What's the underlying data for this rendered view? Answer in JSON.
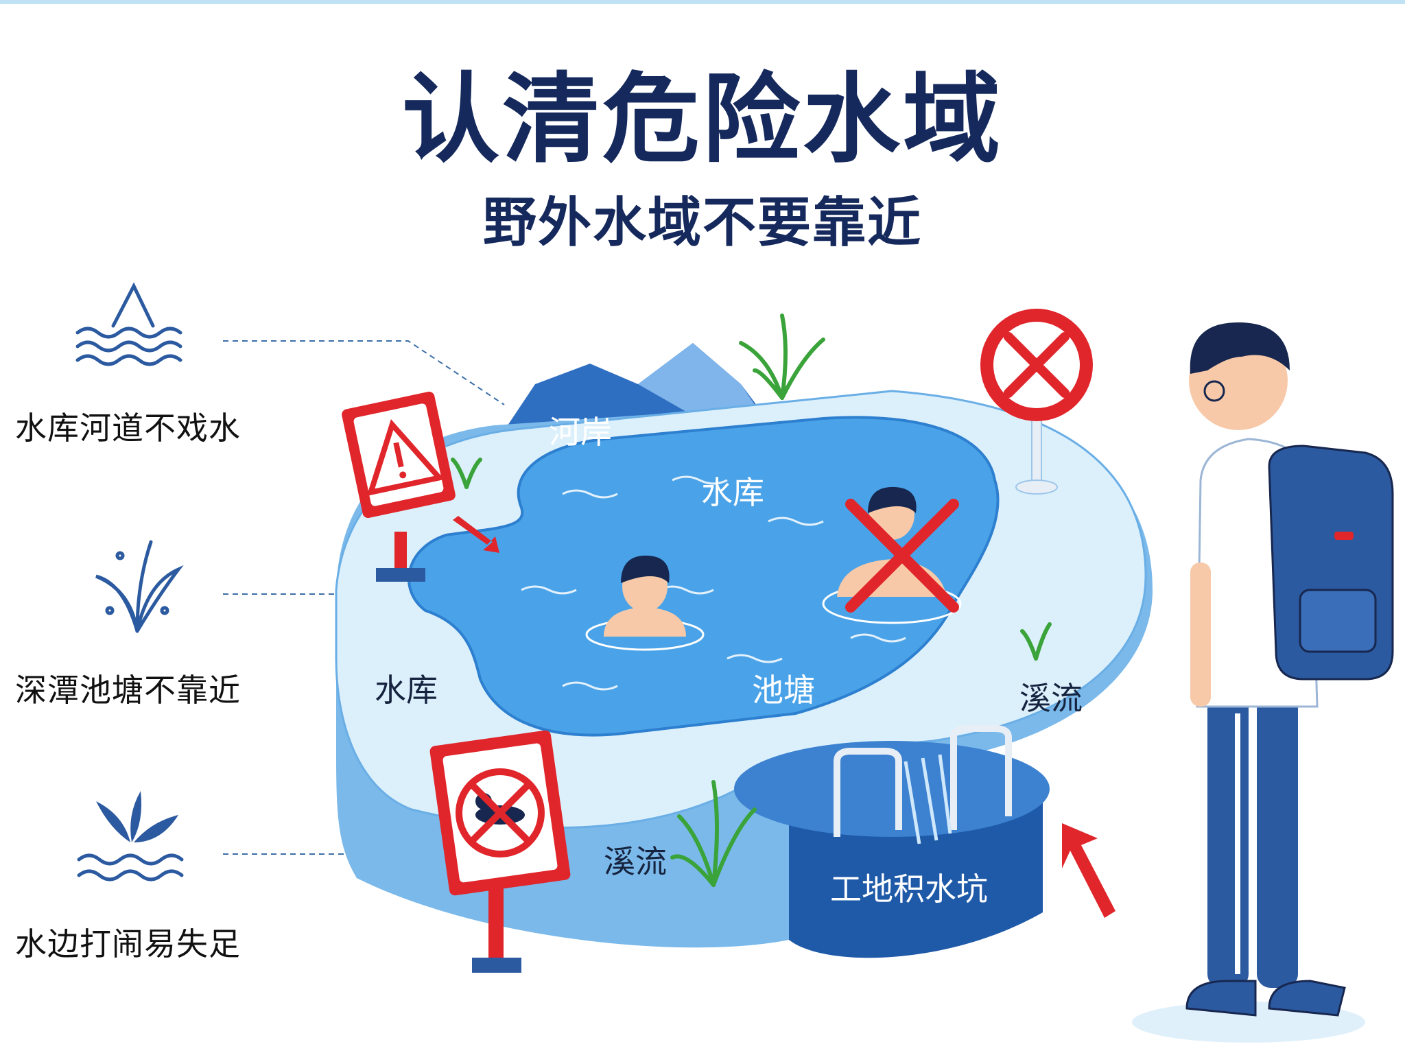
{
  "title": "认清危险水域",
  "subtitle": "野外水域不要靠近",
  "tips": [
    {
      "text": "水库河道不戏水",
      "icon": "water-peak-icon"
    },
    {
      "text": "深潭池塘不靠近",
      "icon": "splash-plant-icon"
    },
    {
      "text": "水边打闹易失足",
      "icon": "leaves-water-icon"
    }
  ],
  "scene_labels": {
    "riverbank": "河岸",
    "reservoir_top": "水库",
    "reservoir_left": "水库",
    "pond": "池塘",
    "stream_right": "溪流",
    "stream_bottom": "溪流",
    "construction_pit": "工地积水坑"
  },
  "colors": {
    "title": "#15295c",
    "water": "#4aa3e8",
    "rim": "#d9eefb",
    "warning_red": "#e0262b",
    "backpack": "#2c5aa0"
  }
}
